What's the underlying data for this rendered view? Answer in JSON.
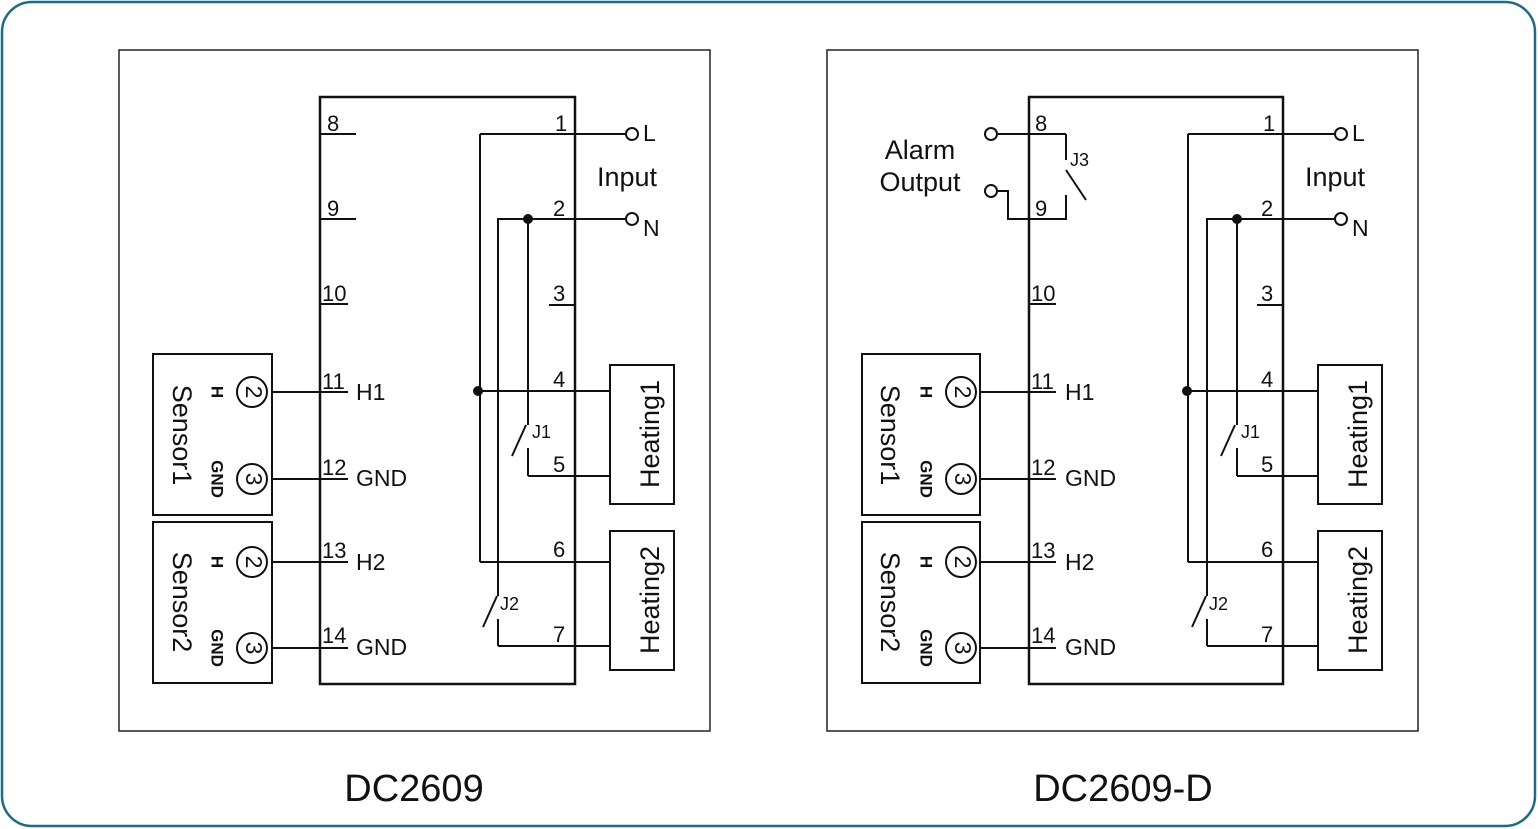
{
  "diagrams": [
    {
      "title": "DC2609",
      "pins": [
        "1",
        "2",
        "3",
        "4",
        "5",
        "6",
        "7",
        "8",
        "9",
        "10",
        "11",
        "12",
        "13",
        "14"
      ],
      "signals": {
        "h1": "H1",
        "gnd1": "GND",
        "h2": "H2",
        "gnd2": "GND"
      },
      "input": {
        "label": "Input",
        "l": "L",
        "n": "N"
      },
      "heaters": [
        "Heating1",
        "Heating2"
      ],
      "sensors": [
        {
          "name": "Sensor1",
          "h": "H",
          "gnd": "GND",
          "n1": "2",
          "n2": "3"
        },
        {
          "name": "Sensor2",
          "h": "H",
          "gnd": "GND",
          "n1": "2",
          "n2": "3"
        }
      ],
      "relays": [
        "J1",
        "J2"
      ]
    },
    {
      "title": "DC2609-D",
      "pins": [
        "1",
        "2",
        "3",
        "4",
        "5",
        "6",
        "7",
        "8",
        "9",
        "10",
        "11",
        "12",
        "13",
        "14"
      ],
      "signals": {
        "h1": "H1",
        "gnd1": "GND",
        "h2": "H2",
        "gnd2": "GND"
      },
      "input": {
        "label": "Input",
        "l": "L",
        "n": "N"
      },
      "heaters": [
        "Heating1",
        "Heating2"
      ],
      "sensors": [
        {
          "name": "Sensor1",
          "h": "H",
          "gnd": "GND",
          "n1": "2",
          "n2": "3"
        },
        {
          "name": "Sensor2",
          "h": "H",
          "gnd": "GND",
          "n1": "2",
          "n2": "3"
        }
      ],
      "relays": [
        "J1",
        "J2",
        "J3"
      ],
      "alarm": {
        "line1": "Alarm",
        "line2": "Output"
      }
    }
  ],
  "colors": {
    "border": "#1f6a86",
    "ink": "#111111"
  }
}
